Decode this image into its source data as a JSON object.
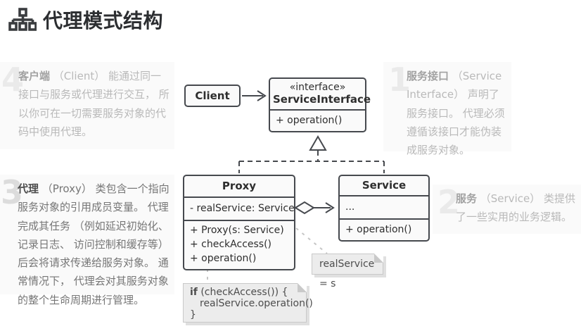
{
  "page": {
    "title": "代理模式结构",
    "title_icon": "sitemap-icon"
  },
  "annotations": [
    {
      "number": "1",
      "term": "服务接口",
      "text": " （Service Interface） 声明了服务接口。 代理必须遵循该接口才能伪装成服务对象。",
      "state": "faded"
    },
    {
      "number": "2",
      "term": "服务",
      "text": " （Service） 类提供了一些实用的业务逻辑。",
      "state": "faded"
    },
    {
      "number": "3",
      "term": "代理",
      "text": " （Proxy） 类包含一个指向服务对象的引用成员变量。 代理完成其任务 （例如延迟初始化、 记录日志、 访问控制和缓存等） 后会将请求传递给服务对象。 通常情况下， 代理会对其服务对象的整个生命周期进行管理。",
      "state": "active"
    },
    {
      "number": "4",
      "term": "客户端",
      "text": " （Client） 能通过同一接口与服务或代理进行交互， 所以你可在一切需要服务对象的代码中使用代理。",
      "state": "faded"
    }
  ],
  "diagram": {
    "client": {
      "title": "Client"
    },
    "service_interface": {
      "stereotype": "«interface»",
      "title": "ServiceInterface",
      "methods": [
        "+ operation()"
      ]
    },
    "proxy": {
      "title": "Proxy",
      "attributes": [
        "- realService: Service"
      ],
      "methods": [
        "+ Proxy(s: Service)",
        "+ checkAccess()",
        "+ operation()"
      ]
    },
    "service": {
      "title": "Service",
      "attributes": [
        "..."
      ],
      "methods": [
        "+ operation()"
      ]
    },
    "notes": {
      "assignment": "realService = s",
      "code": {
        "line1_keyword": "if",
        "line1_rest": " (checkAccess()) {",
        "line2": "realService.operation()",
        "line3": "}"
      }
    },
    "relations": [
      "Client → ServiceInterface (association arrow)",
      "Proxy ◁┄ ServiceInterface (realization, dashed + hollow triangle)",
      "Service ◁┄ ServiceInterface (realization, dashed + hollow triangle)",
      "Proxy ◇→ Service (aggregation)"
    ]
  },
  "colors": {
    "box_border": "#46494e",
    "box_fill": "#fafafa",
    "note_fill": "#ececec",
    "note_border": "#c9c9c9",
    "faded_text": "#b9b9b9",
    "active_text": "#767676",
    "title_text": "#2c2e31",
    "connector_gray": "#c6c6c6"
  }
}
